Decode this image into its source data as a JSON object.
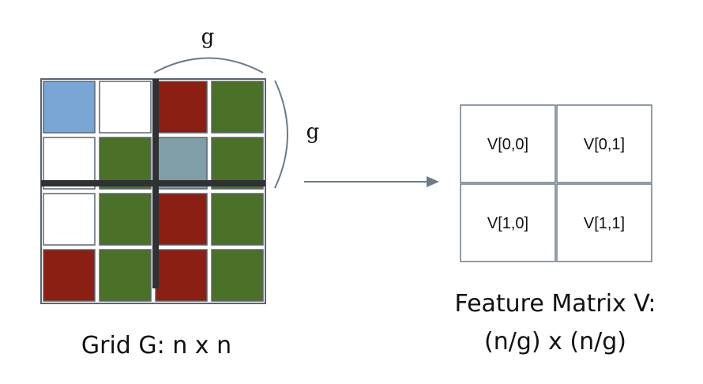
{
  "grid": {
    "caption": "Grid G: n x n",
    "group_size_label_top": "g",
    "group_size_label_side": "g",
    "cells": [
      [
        "#7aa6d6",
        "#ffffff",
        "#8b1f14",
        "#4b7028"
      ],
      [
        "#ffffff",
        "#4b7028",
        "#7f9ea7",
        "#4b7028"
      ],
      [
        "#ffffff",
        "#4b7028",
        "#8b1f14",
        "#4b7028"
      ],
      [
        "#8b1f14",
        "#4b7028",
        "#8b1f14",
        "#4b7028"
      ]
    ],
    "divider_color": "#2f3134",
    "border_color": "#5b6570"
  },
  "arrow": {
    "color": "#6b7b88"
  },
  "feature_matrix": {
    "caption_line1": "Feature Matrix V:",
    "caption_line2": "(n/g) x (n/g)",
    "cells": [
      [
        "V[0,0]",
        "V[0,1]"
      ],
      [
        "V[1,0]",
        "V[1,1]"
      ]
    ],
    "border_color": "#6b7b88"
  }
}
